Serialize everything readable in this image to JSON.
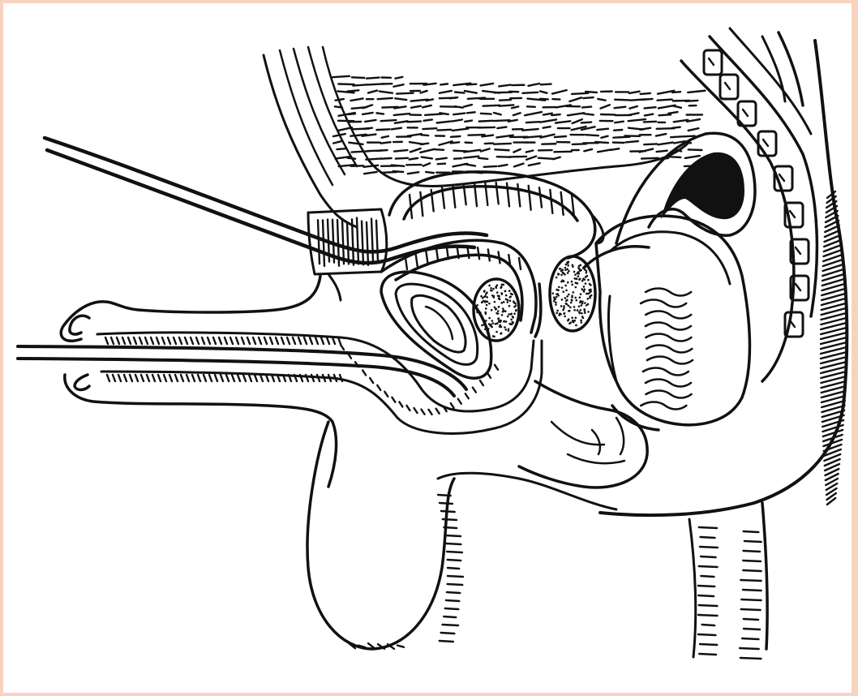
{
  "colors": {
    "border": "#f7d3bf",
    "paper": "#ffffff",
    "ink": "#111111"
  },
  "figure": {
    "style": "black-and-white line drawing",
    "instruments": [
      "suprapubic-catheter",
      "urethral-catheter"
    ]
  }
}
